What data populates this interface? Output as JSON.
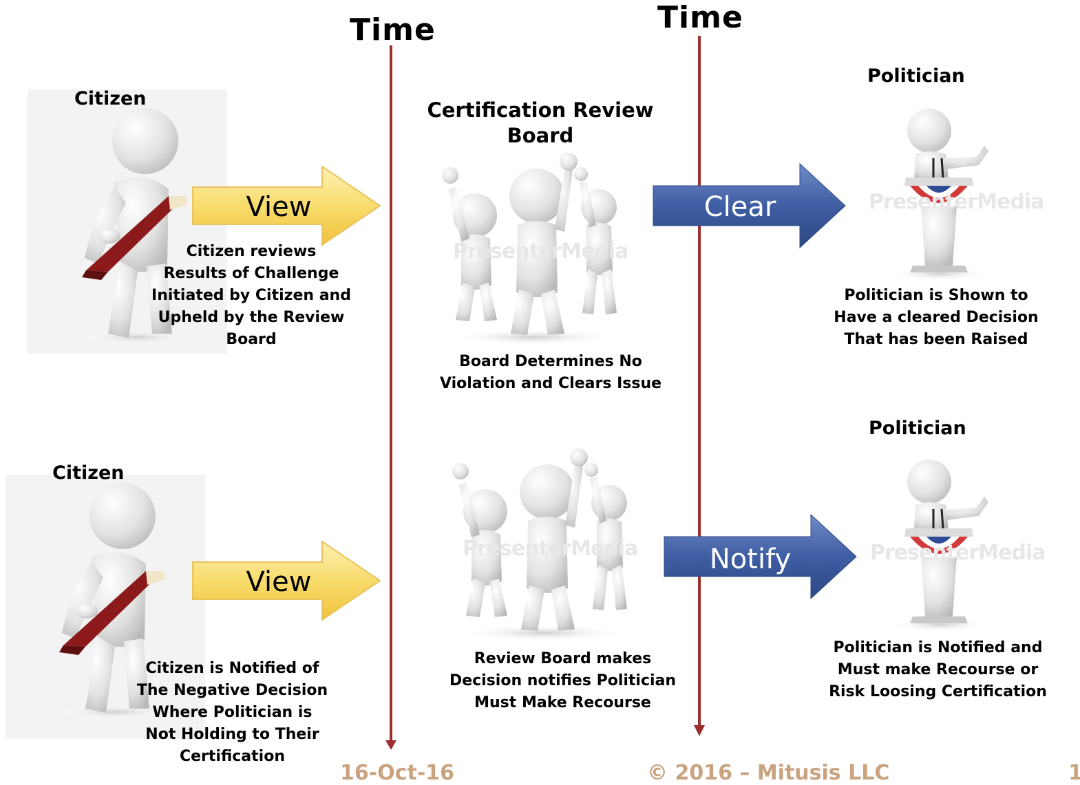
{
  "timeline": {
    "left_label": "Time",
    "right_label": "Time"
  },
  "row1": {
    "citizen_label": "Citizen",
    "view_label": "View",
    "citizen_caption": [
      "Citizen reviews",
      "Results of Challenge",
      "Initiated by Citizen and",
      "Upheld by the Review",
      "Board"
    ],
    "board_title": [
      "Certification Review",
      "Board"
    ],
    "board_caption": [
      "Board Determines No",
      "Violation and Clears Issue"
    ],
    "action_label": "Clear",
    "politician_label": "Politician",
    "politician_caption": [
      "Politician is Shown to",
      "Have a cleared Decision",
      "That has been Raised"
    ]
  },
  "row2": {
    "citizen_label": "Citizen",
    "view_label": "View",
    "citizen_caption": [
      "Citizen is Notified of",
      "The Negative Decision",
      "Where Politician is",
      "Not Holding to Their",
      "Certification"
    ],
    "board_caption": [
      "Review Board makes",
      "Decision notifies Politician",
      "Must Make Recourse"
    ],
    "action_label": "Notify",
    "politician_label": "Politician",
    "politician_caption": [
      "Politician is Notified and",
      "Must make Recourse or",
      "Risk Loosing Certification"
    ]
  },
  "watermark": "PresenterMedia",
  "footer": {
    "date": "16-Oct-16",
    "copyright": "© 2016 – Mitusis LLC",
    "page": "1"
  },
  "colors": {
    "timeline": "#9b2f2c",
    "view_arrow": "#f8dc6c",
    "action_arrow": "#3c5a9a",
    "book": "#8c1a1a",
    "footer": "#c9a37f"
  }
}
